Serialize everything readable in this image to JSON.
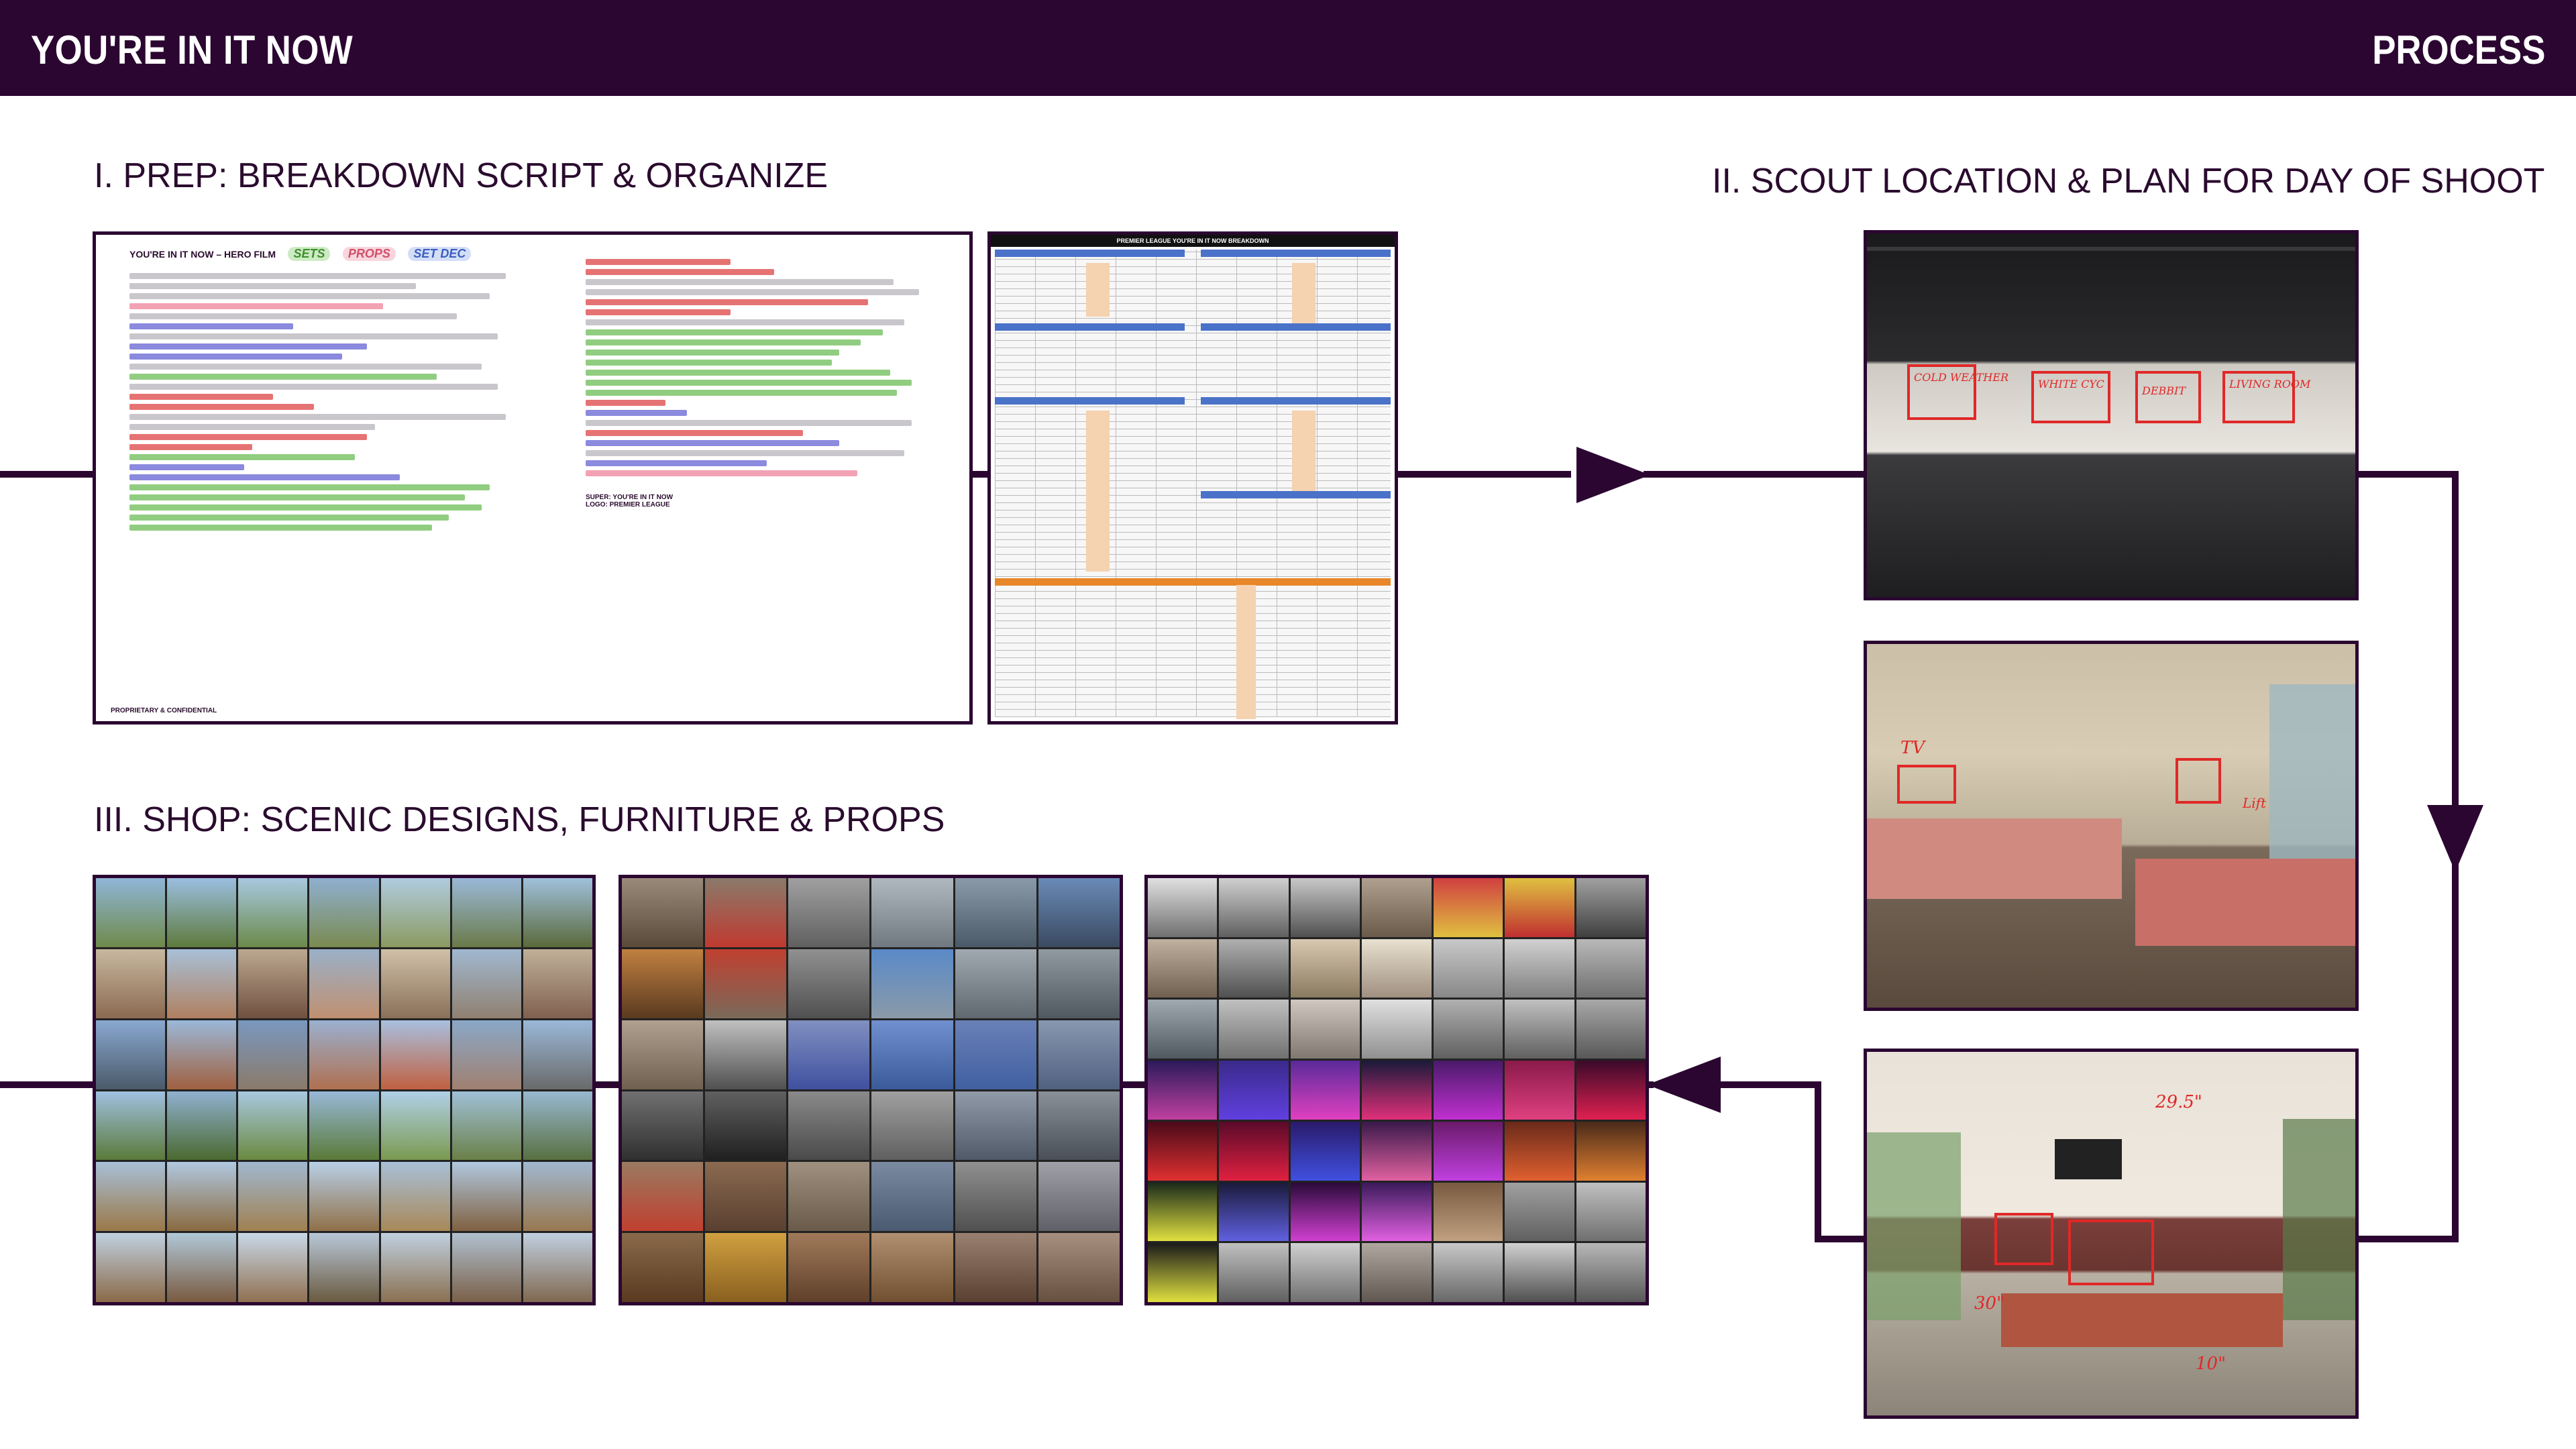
{
  "header": {
    "title": "YOU'RE IN IT NOW",
    "section": "PROCESS"
  },
  "steps": {
    "prep": "I. PREP: BREAKDOWN SCRIPT & ORGANIZE",
    "scout": "II. SCOUT LOCATION & PLAN FOR DAY OF SHOOT",
    "shop": "III. SHOP: SCENIC DESIGNS, FURNITURE & PROPS"
  },
  "script_doc": {
    "heading": "YOU'RE IN IT NOW – HERO FILM",
    "legend": [
      "SETS",
      "PROPS",
      "SET DEC"
    ],
    "footer": "PROPRIETARY & CONFIDENTIAL",
    "super_label": "SUPER:",
    "super_value": "YOU'RE IN IT NOW",
    "logo_label": "LOGO:",
    "logo_value": "PREMIER LEAGUE"
  },
  "breakdown_sheet": {
    "title": "PREMIER LEAGUE YOU'RE IN IT NOW BREAKDOWN"
  },
  "scout_photos": {
    "stage_notes": [
      "COLD WEATHER",
      "WHITE CYC",
      "DEBBIT",
      "LIVING ROOM"
    ],
    "diner_notes": [
      "TV",
      "Lift"
    ],
    "booth_notes": [
      "29.5\"",
      "30\"",
      "10\""
    ]
  },
  "colors": {
    "brand": "#2b0631",
    "annotation": "#e02828",
    "legend_sets": "#7cc46a",
    "legend_props": "#f3a2b4",
    "legend_setdec": "#6a8fe0"
  }
}
